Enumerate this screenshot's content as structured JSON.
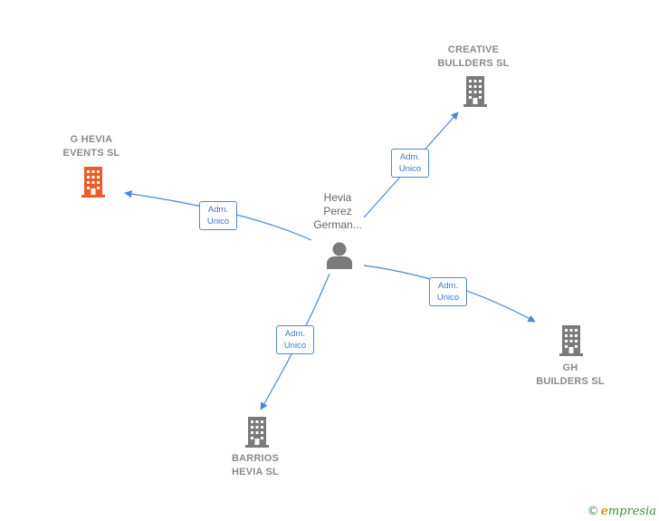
{
  "colors": {
    "edge": "#4a88d8",
    "building_default": "#7a7a7a",
    "building_highlight": "#f05a28",
    "person": "#7a7a7a"
  },
  "person": {
    "label": "Hevia\nPerez\nGerman...",
    "icon": "person-icon"
  },
  "companies": [
    {
      "id": "creative",
      "label": "CREATIVE\nBULLDERS  SL",
      "icon": "building-icon",
      "highlight": false
    },
    {
      "id": "ghevia",
      "label": "G HEVIA\nEVENTS  SL",
      "icon": "building-icon",
      "highlight": true
    },
    {
      "id": "gh",
      "label": "GH\nBUILDERS  SL",
      "icon": "building-icon",
      "highlight": false
    },
    {
      "id": "barrios",
      "label": "BARRIOS\nHEVIA  SL",
      "icon": "building-icon",
      "highlight": false
    }
  ],
  "edges": [
    {
      "to": "creative",
      "line1": "Adm.",
      "line2": "Unico"
    },
    {
      "to": "ghevia",
      "line1": "Adm.",
      "line2": "Unico"
    },
    {
      "to": "gh",
      "line1": "Adm.",
      "line2": "Unico"
    },
    {
      "to": "barrios",
      "line1": "Adm.",
      "line2": "Unico"
    }
  ],
  "footer": {
    "copyright_symbol": "©",
    "brand_initial": "e",
    "brand_rest": "mpresia"
  }
}
